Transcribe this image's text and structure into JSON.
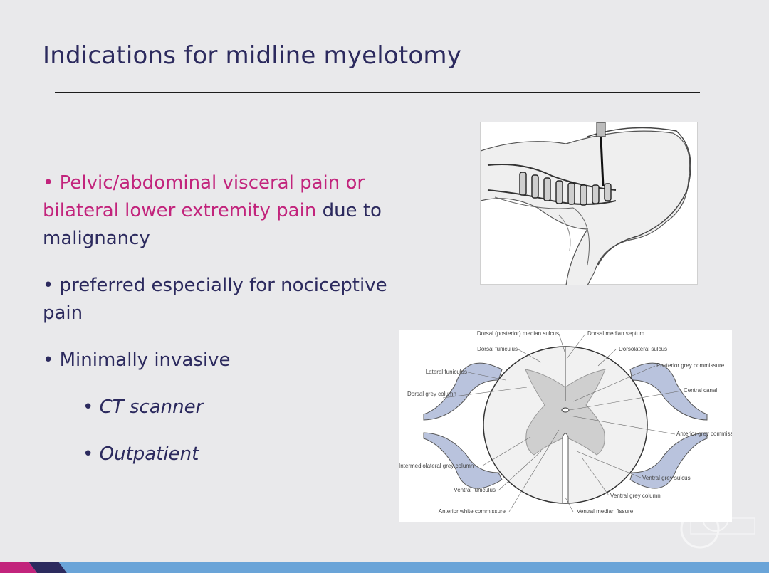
{
  "slide": {
    "title": "Indications for midline myelotomy",
    "bullets": {
      "b1_pink": "Pelvic/abdominal visceral pain or bilateral lower extremity pain",
      "b1_rest": " due to malignancy",
      "b2": "preferred especially for nociceptive pain",
      "b3": "Minimally invasive",
      "sub1": "CT scanner",
      "sub2": "Outpatient"
    },
    "bullet_char": "•"
  },
  "cord_figure": {
    "labels": {
      "dorsal_median_sulcus": "Dorsal (posterior) median sulcus",
      "dorsal_median_septum": "Dorsal median septum",
      "dorsal_funiculus": "Dorsal funiculus",
      "dorsolateral_sulcus": "Dorsolateral sulcus",
      "lateral_funiculus": "Lateral funiculus",
      "posterior_grey_commissure": "Posterior grey commissure",
      "dorsal_grey_column": "Dorsal grey column",
      "central_canal": "Central canal",
      "anterior_grey_commissure": "Anterior grey commissure",
      "intermediolateral": "Intermediolateral grey column",
      "ventral_grey_sulcus": "Ventral grey sulcus",
      "ventral_funiculus": "Ventral funiculus",
      "ventral_grey_column": "Ventral grey column",
      "anterior_white_commissure": "Anterior white commissure",
      "ventral_median_fissure": "Ventral median fissure"
    }
  },
  "colors": {
    "background": "#e9e9eb",
    "title": "#2c2a5e",
    "text": "#2c2a5e",
    "highlight": "#c2247c",
    "bar_pink": "#c2247c",
    "bar_navy": "#2c2a5e",
    "bar_blue": "#6aa4d8"
  }
}
